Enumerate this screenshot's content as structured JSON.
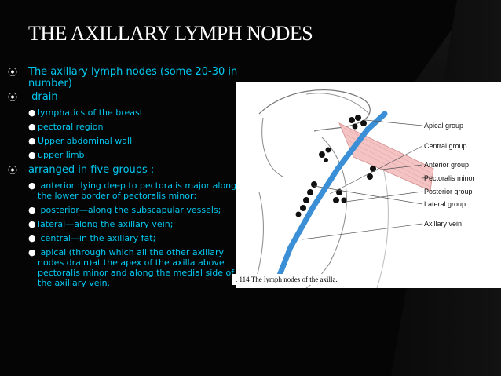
{
  "title": "THE AXILLARY LYMPH NODES",
  "bullets": [
    {
      "text": "The axillary lymph nodes (some 20-30 in number)"
    },
    {
      "text": "drain"
    },
    {
      "text": "arranged in five groups :"
    }
  ],
  "drain_items": [
    "lymphatics of the breast",
    "pectoral region",
    "Upper abdominal wall",
    "upper limb"
  ],
  "group_items": [
    "anterior :lying deep to pectoralis major along the lower border of pectoralis minor;",
    "posterior—along the subscapular vessels;",
    "lateral—along the axillary vein;",
    "central—in the axillary fat;",
    "apical (through which all the other axillary nodes drain)at the apex of the axilla above pectoralis minor and along the medial side of the axillary vein."
  ],
  "figure": {
    "labels": [
      "Apical group",
      "Central group",
      "Anterior group",
      "Pectoralis minor",
      "Posterior group",
      "Lateral group",
      "Axillary vein"
    ],
    "caption_num": ". 114",
    "caption_text": "The lymph nodes of the axilla."
  },
  "colors": {
    "background": "#000000",
    "text_accent": "#00c8f0",
    "title": "#ffffff",
    "vein": "#3b8fd6",
    "muscle": "#f2b9b9"
  }
}
